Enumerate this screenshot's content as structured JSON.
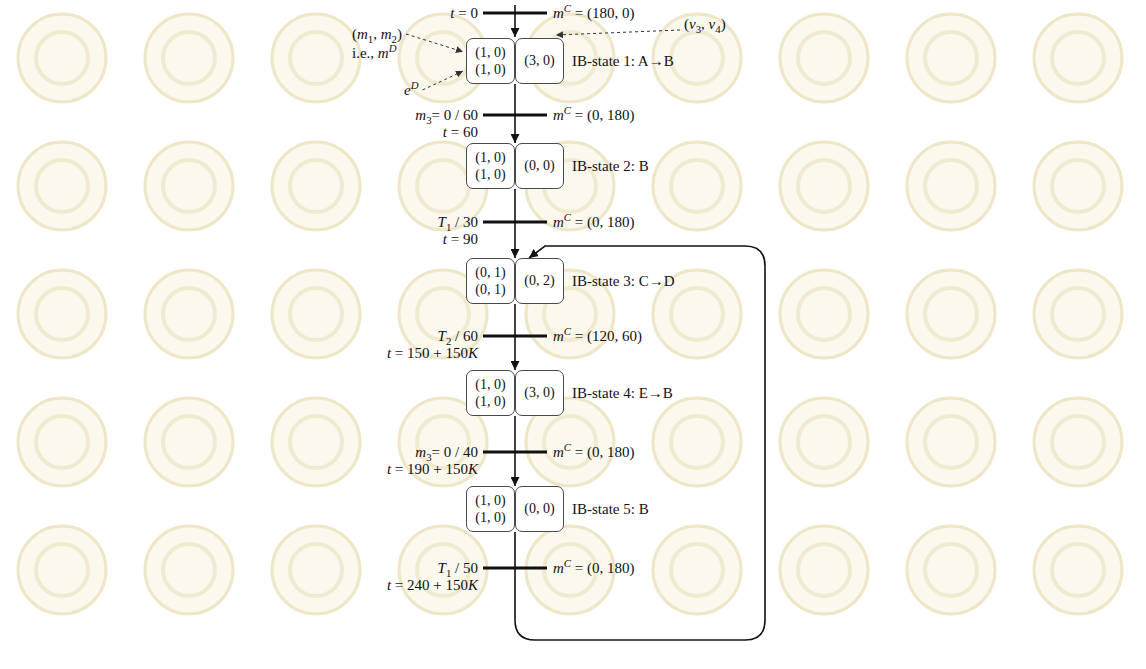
{
  "diagram": {
    "nodes": [
      {
        "text": [
          "(1, 0)",
          "(1, 0)"
        ]
      },
      {
        "text": [
          "(3, 0)"
        ]
      },
      {
        "text": [
          "(1, 0)",
          "(1, 0)"
        ]
      },
      {
        "text": [
          "(0, 0)"
        ]
      },
      {
        "text": [
          "(0, 1)",
          "(0, 1)"
        ]
      },
      {
        "text": [
          "(0, 2)"
        ]
      },
      {
        "text": [
          "(1, 0)",
          "(1, 0)"
        ]
      },
      {
        "text": [
          "(3, 0)"
        ]
      },
      {
        "text": [
          "(1, 0)",
          "(1, 0)"
        ]
      },
      {
        "text": [
          "(0, 0)"
        ]
      }
    ],
    "edges": [
      {
        "from": 0,
        "to": 2,
        "arrow": "to"
      },
      {
        "from": 2,
        "to": 4,
        "arrow": "to"
      },
      {
        "from": 4,
        "to": 6,
        "arrow": "to"
      },
      {
        "from": 6,
        "to": 8,
        "arrow": "to"
      },
      {
        "from": 8,
        "to": 5,
        "arrow": "to"
      }
    ],
    "labels": [
      "t = 0",
      "mC = (180, 0)",
      "(m1, m2)",
      "i.e., mD",
      "eD",
      "(v3, v4)",
      "IB-state 1: A→B",
      "m3= 0 / 60",
      "t = 60",
      "mC = (0, 180)",
      "IB-state 2: B",
      "T1 / 30",
      "t = 90",
      "mC = (0, 180)",
      "IB-state 3: C→D",
      "T2 / 60",
      "t = 150 + 150K",
      "mC = (120, 60)",
      "IB-state 4: E→B",
      "m3= 0 / 40",
      "t = 190 + 150K",
      "mC = (0, 180)",
      "IB-state 5: B",
      "T1 / 50",
      "t = 240 + 150K",
      "mC = (0, 180)"
    ]
  }
}
